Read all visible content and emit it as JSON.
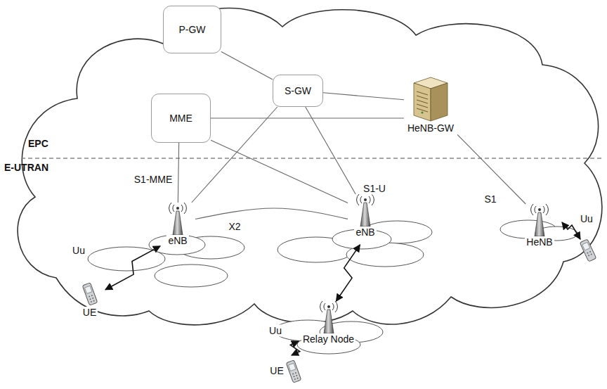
{
  "diagram": {
    "nodes": [
      {
        "text": [
          "P-GW"
        ]
      },
      {
        "text": [
          "S-GW"
        ]
      },
      {
        "text": [
          "MME"
        ]
      },
      {
        "text": [
          "HeNB-GW"
        ]
      },
      {
        "text": [
          "eNB"
        ]
      },
      {
        "text": [
          "eNB"
        ]
      },
      {
        "text": [
          "HeNB"
        ]
      },
      {
        "text": [
          "UE"
        ]
      },
      {
        "text": [
          "Relay Node"
        ]
      },
      {
        "text": [
          "UE"
        ]
      }
    ],
    "edges": [
      {
        "from": 0,
        "to": 1,
        "arrow": "none"
      },
      {
        "from": 1,
        "to": 3,
        "arrow": "none"
      },
      {
        "from": 2,
        "to": 3,
        "arrow": "none"
      },
      {
        "from": 2,
        "to": 4,
        "label": "S1-MME",
        "arrow": "none"
      },
      {
        "from": 2,
        "to": 5,
        "arrow": "none"
      },
      {
        "from": 1,
        "to": 4,
        "arrow": "none"
      },
      {
        "from": 1,
        "to": 5,
        "label": "S1-U",
        "arrow": "none"
      },
      {
        "from": 3,
        "to": 6,
        "label": "S1",
        "arrow": "none"
      },
      {
        "from": 4,
        "to": 5,
        "label": "X2",
        "arrow": "none"
      },
      {
        "from": 4,
        "to": 7,
        "label": "Uu",
        "arrow": "both"
      },
      {
        "from": 5,
        "to": 8,
        "arrow": "both"
      },
      {
        "from": 8,
        "to": 9,
        "label": "Uu",
        "arrow": "both"
      }
    ],
    "labels": [
      "EPC",
      "E-UTRAN",
      "Uu"
    ]
  }
}
